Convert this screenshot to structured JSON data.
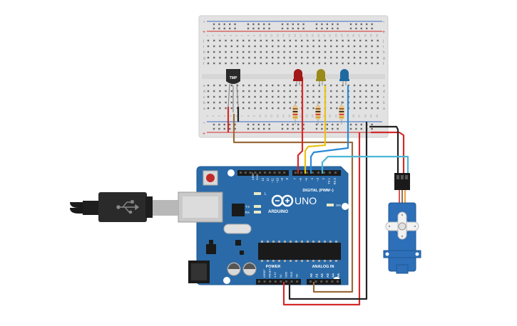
{
  "board": {
    "logo": "ARDUINO",
    "model": "UNO",
    "digital_label": "DIGITAL (PWM~)",
    "power_label": "POWER",
    "analog_label": "ANALOG IN",
    "on_label": "ON",
    "tx_label": "TX",
    "rx_label": "RX",
    "l_label": "L",
    "aref_label": "AREF",
    "gnd_label": "GND",
    "digital_pins": [
      "13",
      "12",
      "~11",
      "~10",
      "~9",
      "8",
      "7",
      "~6",
      "~5",
      "4",
      "~3",
      "2",
      "TX 1",
      "RX 0"
    ],
    "power_pins": [
      "IOREF",
      "RESET",
      "3.3V",
      "5V",
      "GND",
      "GND",
      "Vin"
    ],
    "analog_pins": [
      "A0",
      "A1",
      "A2",
      "A3",
      "A4",
      "A5"
    ]
  },
  "breadboard": {
    "row_letters_top": [
      "j",
      "i",
      "h",
      "g",
      "f"
    ],
    "row_letters_bottom": [
      "e",
      "d",
      "c",
      "b",
      "a"
    ],
    "column_numbers": [
      "1",
      "2",
      "3",
      "4",
      "5",
      "6",
      "7",
      "8",
      "9",
      "10",
      "11",
      "12",
      "13",
      "14",
      "15",
      "16",
      "17",
      "18",
      "19",
      "20",
      "21",
      "22",
      "23",
      "24",
      "25",
      "26",
      "27",
      "28",
      "29",
      "30"
    ],
    "plus": "+",
    "minus": "-"
  },
  "sensor": {
    "label": "TMP"
  },
  "leds": [
    {
      "color": "#a01818"
    },
    {
      "color": "#9a8a1a"
    },
    {
      "color": "#1e6aa0"
    }
  ],
  "colors": {
    "board_blue": "#2a6aa8",
    "wire_red": "#d42a2a",
    "wire_black": "#222222",
    "wire_brown": "#9a6a3a",
    "wire_yellow": "#e8c21a",
    "wire_cyan": "#4ab6d6",
    "wire_blue": "#2a8ad6",
    "servo_blue": "#2d6fb8"
  }
}
